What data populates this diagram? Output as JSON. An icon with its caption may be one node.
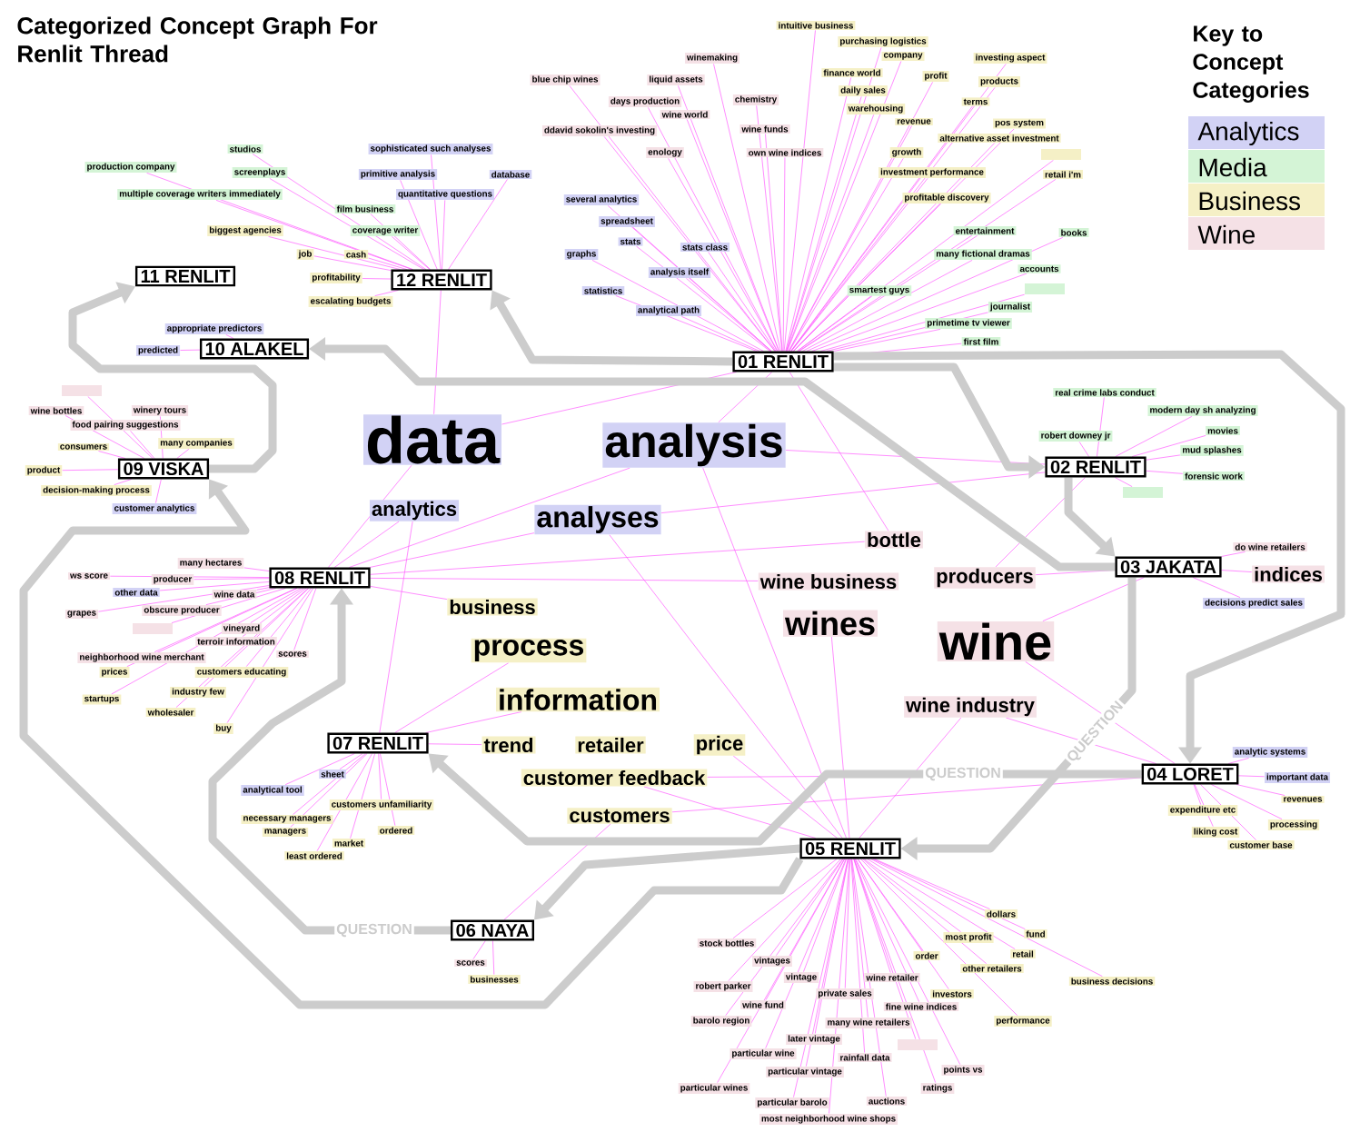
{
  "diagram": {
    "title": "Categorized Concept Graph For Renlit Thread",
    "nodes": [
      {
        "text": [
          "01 RENLIT"
        ]
      },
      {
        "text": [
          "02 RENLIT"
        ]
      },
      {
        "text": [
          "03 JAKATA"
        ]
      },
      {
        "text": [
          "04 LORET"
        ]
      },
      {
        "text": [
          "05 RENLIT"
        ]
      },
      {
        "text": [
          "06 NAYA"
        ]
      },
      {
        "text": [
          "07 RENLIT"
        ]
      },
      {
        "text": [
          "08 RENLIT"
        ]
      },
      {
        "text": [
          "09 VISKA"
        ]
      },
      {
        "text": [
          "10 ALAKEL"
        ]
      },
      {
        "text": [
          "11 RENLIT"
        ]
      },
      {
        "text": [
          "12 RENLIT"
        ]
      },
      {
        "text": [
          "studios"
        ]
      },
      {
        "text": [
          "production company"
        ]
      },
      {
        "text": [
          "screenplays"
        ]
      },
      {
        "text": [
          "multiple coverage writers immediately"
        ]
      },
      {
        "text": [
          "film business"
        ]
      },
      {
        "text": [
          "biggest agencies"
        ]
      },
      {
        "text": [
          "coverage writer"
        ]
      },
      {
        "text": [
          "job"
        ]
      },
      {
        "text": [
          "cash"
        ]
      },
      {
        "text": [
          "profitability"
        ]
      },
      {
        "text": [
          "escalating budgets"
        ]
      },
      {
        "text": [
          "sophisticated such analyses"
        ]
      },
      {
        "text": [
          "primitive analysis"
        ]
      },
      {
        "text": [
          "database"
        ]
      },
      {
        "text": [
          "quantitative questions"
        ]
      },
      {
        "text": [
          "appropriate predictors"
        ]
      },
      {
        "text": [
          "predicted"
        ]
      },
      {
        "text": [
          "winemaking"
        ]
      },
      {
        "text": [
          "blue chip wines"
        ]
      },
      {
        "text": [
          "liquid assets"
        ]
      },
      {
        "text": [
          "days production"
        ]
      },
      {
        "text": [
          "wine world"
        ]
      },
      {
        "text": [
          "ddavid sokolin's investing"
        ]
      },
      {
        "text": [
          "enology"
        ]
      },
      {
        "text": [
          "chemistry"
        ]
      },
      {
        "text": [
          "wine funds"
        ]
      },
      {
        "text": [
          "own wine indices"
        ]
      },
      {
        "text": [
          "several analytics"
        ]
      },
      {
        "text": [
          "spreadsheet"
        ]
      },
      {
        "text": [
          "stats"
        ]
      },
      {
        "text": [
          "stats class"
        ]
      },
      {
        "text": [
          "graphs"
        ]
      },
      {
        "text": [
          "analysis itself"
        ]
      },
      {
        "text": [
          "statistics"
        ]
      },
      {
        "text": [
          "analytical path"
        ]
      },
      {
        "text": [
          "intuitive business"
        ]
      },
      {
        "text": [
          "purchasing logistics"
        ]
      },
      {
        "text": [
          "company"
        ]
      },
      {
        "text": [
          "investing aspect"
        ]
      },
      {
        "text": [
          "finance world"
        ]
      },
      {
        "text": [
          "profit"
        ]
      },
      {
        "text": [
          "products"
        ]
      },
      {
        "text": [
          "daily sales"
        ]
      },
      {
        "text": [
          "terms"
        ]
      },
      {
        "text": [
          "warehousing"
        ]
      },
      {
        "text": [
          "revenue"
        ]
      },
      {
        "text": [
          "pos system"
        ]
      },
      {
        "text": [
          "alternative asset investment"
        ]
      },
      {
        "text": [
          "growth"
        ]
      },
      {
        "text": [],
        "shape": "box"
      },
      {
        "text": [
          "investment performance"
        ]
      },
      {
        "text": [
          "retail i'm"
        ]
      },
      {
        "text": [
          "profitable discovery"
        ]
      },
      {
        "text": [
          "entertainment"
        ]
      },
      {
        "text": [
          "books"
        ]
      },
      {
        "text": [
          "many fictional dramas"
        ]
      },
      {
        "text": [
          "accounts"
        ]
      },
      {
        "text": [
          "smartest guys"
        ]
      },
      {
        "text": [],
        "shape": "box"
      },
      {
        "text": [
          "journalist"
        ]
      },
      {
        "text": [
          "primetime tv viewer"
        ]
      },
      {
        "text": [
          "first film"
        ]
      },
      {
        "text": [
          "real crime labs conduct"
        ]
      },
      {
        "text": [
          "modern day sh analyzing"
        ]
      },
      {
        "text": [
          "robert downey jr"
        ]
      },
      {
        "text": [
          "movies"
        ]
      },
      {
        "text": [
          "mud splashes"
        ]
      },
      {
        "text": [
          "forensic work"
        ]
      },
      {
        "text": [],
        "shape": "box"
      },
      {
        "text": [
          "do wine retailers"
        ]
      },
      {
        "text": [
          "indices"
        ]
      },
      {
        "text": [
          "decisions predict sales"
        ]
      },
      {
        "text": [
          "analytic systems"
        ]
      },
      {
        "text": [
          "important data"
        ]
      },
      {
        "text": [
          "revenues"
        ]
      },
      {
        "text": [
          "expenditure etc"
        ]
      },
      {
        "text": [
          "processing"
        ]
      },
      {
        "text": [
          "liking cost"
        ]
      },
      {
        "text": [
          "customer base"
        ]
      },
      {
        "text": [
          "dollars"
        ]
      },
      {
        "text": [
          "fund"
        ]
      },
      {
        "text": [
          "most profit"
        ]
      },
      {
        "text": [
          "retail"
        ]
      },
      {
        "text": [
          "order"
        ]
      },
      {
        "text": [
          "other retailers"
        ]
      },
      {
        "text": [
          "business decisions"
        ]
      },
      {
        "text": [
          "stock bottles"
        ]
      },
      {
        "text": [
          "vintages"
        ]
      },
      {
        "text": [
          "vintage"
        ]
      },
      {
        "text": [
          "wine retailer"
        ]
      },
      {
        "text": [
          "robert parker"
        ]
      },
      {
        "text": [
          "private sales"
        ]
      },
      {
        "text": [
          "investors"
        ]
      },
      {
        "text": [
          "wine fund"
        ]
      },
      {
        "text": [
          "fine wine indices"
        ]
      },
      {
        "text": [
          "barolo region"
        ]
      },
      {
        "text": [
          "many wine retailers"
        ]
      },
      {
        "text": [
          "performance"
        ]
      },
      {
        "text": [
          "later vintage"
        ]
      },
      {
        "text": [],
        "shape": "box"
      },
      {
        "text": [
          "particular wine"
        ]
      },
      {
        "text": [
          "rainfall data"
        ]
      },
      {
        "text": [
          "points vs"
        ]
      },
      {
        "text": [
          "particular vintage"
        ]
      },
      {
        "text": [
          "particular wines"
        ]
      },
      {
        "text": [
          "ratings"
        ]
      },
      {
        "text": [
          "particular barolo"
        ]
      },
      {
        "text": [
          "auctions"
        ]
      },
      {
        "text": [
          "most neighborhood wine shops"
        ]
      },
      {
        "text": [
          "scores"
        ]
      },
      {
        "text": [
          "businesses"
        ]
      },
      {
        "text": [
          "sheet"
        ]
      },
      {
        "text": [
          "analytical tool"
        ]
      },
      {
        "text": [
          "customers unfamiliarity"
        ]
      },
      {
        "text": [
          "necessary managers"
        ]
      },
      {
        "text": [
          "managers"
        ]
      },
      {
        "text": [
          "ordered"
        ]
      },
      {
        "text": [
          "market"
        ]
      },
      {
        "text": [
          "least ordered"
        ]
      },
      {
        "text": [
          "many hectares"
        ]
      },
      {
        "text": [
          "ws score"
        ]
      },
      {
        "text": [
          "producer"
        ]
      },
      {
        "text": [
          "other data"
        ]
      },
      {
        "text": [
          "wine data"
        ]
      },
      {
        "text": [
          "grapes"
        ]
      },
      {
        "text": [
          "obscure producer"
        ]
      },
      {
        "text": [],
        "shape": "box"
      },
      {
        "text": [
          "vineyard"
        ]
      },
      {
        "text": [
          "terroir information"
        ]
      },
      {
        "text": [
          "scores"
        ]
      },
      {
        "text": [
          "neighborhood wine merchant"
        ]
      },
      {
        "text": [
          "prices"
        ]
      },
      {
        "text": [
          "customers educating"
        ]
      },
      {
        "text": [
          "startups"
        ]
      },
      {
        "text": [
          "industry few"
        ]
      },
      {
        "text": [
          "wholesaler"
        ]
      },
      {
        "text": [
          "buy"
        ]
      },
      {
        "text": [],
        "shape": "box"
      },
      {
        "text": [
          "wine bottles"
        ]
      },
      {
        "text": [
          "winery tours"
        ]
      },
      {
        "text": [
          "food pairing suggestions"
        ]
      },
      {
        "text": [
          "consumers"
        ]
      },
      {
        "text": [
          "many companies"
        ]
      },
      {
        "text": [
          "product"
        ]
      },
      {
        "text": [
          "decision-making process"
        ]
      },
      {
        "text": [
          "customer analytics"
        ]
      },
      {
        "text": [
          "data"
        ]
      },
      {
        "text": [
          "analysis"
        ]
      },
      {
        "text": [
          "analytics"
        ]
      },
      {
        "text": [
          "analyses"
        ]
      },
      {
        "text": [
          "business"
        ]
      },
      {
        "text": [
          "process"
        ]
      },
      {
        "text": [
          "information"
        ]
      },
      {
        "text": [
          "trend"
        ]
      },
      {
        "text": [
          "retailer"
        ]
      },
      {
        "text": [
          "price"
        ]
      },
      {
        "text": [
          "customer feedback"
        ]
      },
      {
        "text": [
          "customers"
        ]
      },
      {
        "text": [
          "bottle"
        ]
      },
      {
        "text": [
          "wine business"
        ]
      },
      {
        "text": [
          "producers"
        ]
      },
      {
        "text": [
          "wines"
        ]
      },
      {
        "text": [
          "wine"
        ]
      },
      {
        "text": [
          "wine industry"
        ]
      }
    ],
    "edges": [
      {
        "from": 0,
        "to": 1,
        "arrow": "to",
        "style": "thick",
        "color": "#cccccc"
      },
      {
        "from": 1,
        "to": 2,
        "arrow": "to",
        "style": "thick",
        "color": "#cccccc"
      },
      {
        "from": 0,
        "to": 3,
        "arrow": "to",
        "style": "thick",
        "color": "#cccccc"
      },
      {
        "from": 0,
        "to": 11,
        "arrow": "to",
        "style": "thick",
        "color": "#cccccc"
      },
      {
        "from": 2,
        "to": 4,
        "arrow": "to",
        "style": "thick",
        "color": "#cccccc",
        "label": "QUESTION"
      },
      {
        "from": 3,
        "to": 6,
        "arrow": "to",
        "style": "thick",
        "color": "#cccccc",
        "label": "QUESTION"
      },
      {
        "from": 4,
        "to": 5,
        "arrow": "to",
        "style": "thick",
        "color": "#cccccc"
      },
      {
        "from": 5,
        "to": 7,
        "arrow": "to",
        "style": "thick",
        "color": "#cccccc",
        "label": "QUESTION"
      },
      {
        "from": 4,
        "to": 8,
        "arrow": "to",
        "style": "thick",
        "color": "#cccccc"
      },
      {
        "from": 8,
        "to": 10,
        "arrow": "to",
        "style": "thick",
        "color": "#cccccc"
      },
      {
        "from": 2,
        "to": 9,
        "arrow": "to",
        "style": "thick",
        "color": "#cccccc"
      },
      {
        "from": 11,
        "to": 12,
        "arrow": "none"
      },
      {
        "from": 11,
        "to": 13,
        "arrow": "none"
      },
      {
        "from": 11,
        "to": 14,
        "arrow": "none"
      },
      {
        "from": 11,
        "to": 15,
        "arrow": "none"
      },
      {
        "from": 11,
        "to": 16,
        "arrow": "none"
      },
      {
        "from": 11,
        "to": 17,
        "arrow": "none"
      },
      {
        "from": 11,
        "to": 18,
        "arrow": "none"
      },
      {
        "from": 11,
        "to": 19,
        "arrow": "none"
      },
      {
        "from": 11,
        "to": 20,
        "arrow": "none"
      },
      {
        "from": 11,
        "to": 21,
        "arrow": "none"
      },
      {
        "from": 11,
        "to": 22,
        "arrow": "none"
      },
      {
        "from": 11,
        "to": 23,
        "arrow": "none"
      },
      {
        "from": 11,
        "to": 24,
        "arrow": "none"
      },
      {
        "from": 11,
        "to": 25,
        "arrow": "none"
      },
      {
        "from": 11,
        "to": 26,
        "arrow": "none"
      },
      {
        "from": 9,
        "to": 27,
        "arrow": "none"
      },
      {
        "from": 9,
        "to": 28,
        "arrow": "none"
      },
      {
        "from": 0,
        "to": 29,
        "arrow": "none"
      },
      {
        "from": 0,
        "to": 30,
        "arrow": "none"
      },
      {
        "from": 0,
        "to": 31,
        "arrow": "none"
      },
      {
        "from": 0,
        "to": 32,
        "arrow": "none"
      },
      {
        "from": 0,
        "to": 33,
        "arrow": "none"
      },
      {
        "from": 0,
        "to": 34,
        "arrow": "none"
      },
      {
        "from": 0,
        "to": 35,
        "arrow": "none"
      },
      {
        "from": 0,
        "to": 36,
        "arrow": "none"
      },
      {
        "from": 0,
        "to": 37,
        "arrow": "none"
      },
      {
        "from": 0,
        "to": 38,
        "arrow": "none"
      },
      {
        "from": 0,
        "to": 39,
        "arrow": "none"
      },
      {
        "from": 0,
        "to": 40,
        "arrow": "none"
      },
      {
        "from": 0,
        "to": 41,
        "arrow": "none"
      },
      {
        "from": 0,
        "to": 42,
        "arrow": "none"
      },
      {
        "from": 0,
        "to": 43,
        "arrow": "none"
      },
      {
        "from": 0,
        "to": 44,
        "arrow": "none"
      },
      {
        "from": 0,
        "to": 45,
        "arrow": "none"
      },
      {
        "from": 0,
        "to": 46,
        "arrow": "none"
      },
      {
        "from": 0,
        "to": 47,
        "arrow": "none"
      },
      {
        "from": 0,
        "to": 48,
        "arrow": "none"
      },
      {
        "from": 0,
        "to": 49,
        "arrow": "none"
      },
      {
        "from": 0,
        "to": 50,
        "arrow": "none"
      },
      {
        "from": 0,
        "to": 51,
        "arrow": "none"
      },
      {
        "from": 0,
        "to": 52,
        "arrow": "none"
      },
      {
        "from": 0,
        "to": 53,
        "arrow": "none"
      },
      {
        "from": 0,
        "to": 54,
        "arrow": "none"
      },
      {
        "from": 0,
        "to": 55,
        "arrow": "none"
      },
      {
        "from": 0,
        "to": 56,
        "arrow": "none"
      },
      {
        "from": 0,
        "to": 57,
        "arrow": "none"
      },
      {
        "from": 0,
        "to": 58,
        "arrow": "none"
      },
      {
        "from": 0,
        "to": 59,
        "arrow": "none"
      },
      {
        "from": 0,
        "to": 60,
        "arrow": "none"
      },
      {
        "from": 0,
        "to": 61,
        "arrow": "none"
      },
      {
        "from": 0,
        "to": 62,
        "arrow": "none"
      },
      {
        "from": 0,
        "to": 63,
        "arrow": "none"
      },
      {
        "from": 0,
        "to": 64,
        "arrow": "none"
      },
      {
        "from": 0,
        "to": 65,
        "arrow": "none"
      },
      {
        "from": 0,
        "to": 66,
        "arrow": "none"
      },
      {
        "from": 0,
        "to": 67,
        "arrow": "none"
      },
      {
        "from": 0,
        "to": 68,
        "arrow": "none"
      },
      {
        "from": 0,
        "to": 69,
        "arrow": "none"
      },
      {
        "from": 0,
        "to": 70,
        "arrow": "none"
      },
      {
        "from": 0,
        "to": 71,
        "arrow": "none"
      },
      {
        "from": 0,
        "to": 72,
        "arrow": "none"
      },
      {
        "from": 0,
        "to": 73,
        "arrow": "none"
      },
      {
        "from": 1,
        "to": 74,
        "arrow": "none"
      },
      {
        "from": 1,
        "to": 75,
        "arrow": "none"
      },
      {
        "from": 1,
        "to": 76,
        "arrow": "none"
      },
      {
        "from": 1,
        "to": 77,
        "arrow": "none"
      },
      {
        "from": 1,
        "to": 78,
        "arrow": "none"
      },
      {
        "from": 1,
        "to": 79,
        "arrow": "none"
      },
      {
        "from": 1,
        "to": 80,
        "arrow": "none"
      },
      {
        "from": 2,
        "to": 81,
        "arrow": "none"
      },
      {
        "from": 2,
        "to": 82,
        "arrow": "none"
      },
      {
        "from": 2,
        "to": 83,
        "arrow": "none"
      },
      {
        "from": 3,
        "to": 84,
        "arrow": "none"
      },
      {
        "from": 3,
        "to": 85,
        "arrow": "none"
      },
      {
        "from": 3,
        "to": 86,
        "arrow": "none"
      },
      {
        "from": 3,
        "to": 87,
        "arrow": "none"
      },
      {
        "from": 3,
        "to": 88,
        "arrow": "none"
      },
      {
        "from": 3,
        "to": 89,
        "arrow": "none"
      },
      {
        "from": 3,
        "to": 90,
        "arrow": "none"
      },
      {
        "from": 4,
        "to": 91,
        "arrow": "none"
      },
      {
        "from": 4,
        "to": 92,
        "arrow": "none"
      },
      {
        "from": 4,
        "to": 93,
        "arrow": "none"
      },
      {
        "from": 4,
        "to": 94,
        "arrow": "none"
      },
      {
        "from": 4,
        "to": 95,
        "arrow": "none"
      },
      {
        "from": 4,
        "to": 96,
        "arrow": "none"
      },
      {
        "from": 4,
        "to": 97,
        "arrow": "none"
      },
      {
        "from": 4,
        "to": 98,
        "arrow": "none"
      },
      {
        "from": 4,
        "to": 99,
        "arrow": "none"
      },
      {
        "from": 4,
        "to": 100,
        "arrow": "none"
      },
      {
        "from": 4,
        "to": 101,
        "arrow": "none"
      },
      {
        "from": 4,
        "to": 102,
        "arrow": "none"
      },
      {
        "from": 4,
        "to": 103,
        "arrow": "none"
      },
      {
        "from": 4,
        "to": 104,
        "arrow": "none"
      },
      {
        "from": 4,
        "to": 105,
        "arrow": "none"
      },
      {
        "from": 4,
        "to": 106,
        "arrow": "none"
      },
      {
        "from": 4,
        "to": 107,
        "arrow": "none"
      },
      {
        "from": 4,
        "to": 108,
        "arrow": "none"
      },
      {
        "from": 4,
        "to": 109,
        "arrow": "none"
      },
      {
        "from": 4,
        "to": 110,
        "arrow": "none"
      },
      {
        "from": 4,
        "to": 111,
        "arrow": "none"
      },
      {
        "from": 4,
        "to": 112,
        "arrow": "none"
      },
      {
        "from": 4,
        "to": 113,
        "arrow": "none"
      },
      {
        "from": 4,
        "to": 114,
        "arrow": "none"
      },
      {
        "from": 4,
        "to": 115,
        "arrow": "none"
      },
      {
        "from": 4,
        "to": 116,
        "arrow": "none"
      },
      {
        "from": 4,
        "to": 117,
        "arrow": "none"
      },
      {
        "from": 4,
        "to": 118,
        "arrow": "none"
      },
      {
        "from": 4,
        "to": 119,
        "arrow": "none"
      },
      {
        "from": 4,
        "to": 120,
        "arrow": "none"
      },
      {
        "from": 5,
        "to": 121,
        "arrow": "none"
      },
      {
        "from": 5,
        "to": 122,
        "arrow": "none"
      },
      {
        "from": 6,
        "to": 123,
        "arrow": "none"
      },
      {
        "from": 6,
        "to": 124,
        "arrow": "none"
      },
      {
        "from": 6,
        "to": 125,
        "arrow": "none"
      },
      {
        "from": 6,
        "to": 126,
        "arrow": "none"
      },
      {
        "from": 6,
        "to": 127,
        "arrow": "none"
      },
      {
        "from": 6,
        "to": 128,
        "arrow": "none"
      },
      {
        "from": 6,
        "to": 129,
        "arrow": "none"
      },
      {
        "from": 6,
        "to": 130,
        "arrow": "none"
      },
      {
        "from": 7,
        "to": 131,
        "arrow": "none"
      },
      {
        "from": 7,
        "to": 132,
        "arrow": "none"
      },
      {
        "from": 7,
        "to": 133,
        "arrow": "none"
      },
      {
        "from": 7,
        "to": 134,
        "arrow": "none"
      },
      {
        "from": 7,
        "to": 135,
        "arrow": "none"
      },
      {
        "from": 7,
        "to": 136,
        "arrow": "none"
      },
      {
        "from": 7,
        "to": 137,
        "arrow": "none"
      },
      {
        "from": 7,
        "to": 138,
        "arrow": "none"
      },
      {
        "from": 7,
        "to": 139,
        "arrow": "none"
      },
      {
        "from": 7,
        "to": 140,
        "arrow": "none"
      },
      {
        "from": 7,
        "to": 141,
        "arrow": "none"
      },
      {
        "from": 7,
        "to": 142,
        "arrow": "none"
      },
      {
        "from": 7,
        "to": 143,
        "arrow": "none"
      },
      {
        "from": 7,
        "to": 144,
        "arrow": "none"
      },
      {
        "from": 7,
        "to": 145,
        "arrow": "none"
      },
      {
        "from": 7,
        "to": 146,
        "arrow": "none"
      },
      {
        "from": 7,
        "to": 147,
        "arrow": "none"
      },
      {
        "from": 7,
        "to": 148,
        "arrow": "none"
      },
      {
        "from": 8,
        "to": 149,
        "arrow": "none"
      },
      {
        "from": 8,
        "to": 150,
        "arrow": "none"
      },
      {
        "from": 8,
        "to": 151,
        "arrow": "none"
      },
      {
        "from": 8,
        "to": 152,
        "arrow": "none"
      },
      {
        "from": 8,
        "to": 153,
        "arrow": "none"
      },
      {
        "from": 8,
        "to": 154,
        "arrow": "none"
      },
      {
        "from": 8,
        "to": 155,
        "arrow": "none"
      },
      {
        "from": 8,
        "to": 156,
        "arrow": "none"
      },
      {
        "from": 8,
        "to": 157,
        "arrow": "none"
      },
      {
        "from": 0,
        "to": 158,
        "arrow": "none"
      },
      {
        "from": 7,
        "to": 158,
        "arrow": "none"
      },
      {
        "from": 11,
        "to": 158,
        "arrow": "none"
      },
      {
        "from": 0,
        "to": 159,
        "arrow": "none"
      },
      {
        "from": 7,
        "to": 159,
        "arrow": "none"
      },
      {
        "from": 4,
        "to": 159,
        "arrow": "none"
      },
      {
        "from": 1,
        "to": 159,
        "arrow": "none"
      },
      {
        "from": 6,
        "to": 160,
        "arrow": "none"
      },
      {
        "from": 7,
        "to": 160,
        "arrow": "none"
      },
      {
        "from": 1,
        "to": 161,
        "arrow": "none"
      },
      {
        "from": 7,
        "to": 161,
        "arrow": "none"
      },
      {
        "from": 4,
        "to": 161,
        "arrow": "none"
      },
      {
        "from": 7,
        "to": 162,
        "arrow": "none"
      },
      {
        "from": 6,
        "to": 163,
        "arrow": "none"
      },
      {
        "from": 6,
        "to": 164,
        "arrow": "none"
      },
      {
        "from": 6,
        "to": 165,
        "arrow": "none"
      },
      {
        "from": 4,
        "to": 167,
        "arrow": "none"
      },
      {
        "from": 4,
        "to": 168,
        "arrow": "none"
      },
      {
        "from": 3,
        "to": 168,
        "arrow": "none"
      },
      {
        "from": 3,
        "to": 169,
        "arrow": "none"
      },
      {
        "from": 5,
        "to": 169,
        "arrow": "none"
      },
      {
        "from": 0,
        "to": 170,
        "arrow": "none"
      },
      {
        "from": 7,
        "to": 170,
        "arrow": "none"
      },
      {
        "from": 7,
        "to": 171,
        "arrow": "none"
      },
      {
        "from": 1,
        "to": 172,
        "arrow": "none"
      },
      {
        "from": 2,
        "to": 172,
        "arrow": "none"
      },
      {
        "from": 4,
        "to": 173,
        "arrow": "none"
      },
      {
        "from": 2,
        "to": 174,
        "arrow": "none"
      },
      {
        "from": 3,
        "to": 174,
        "arrow": "none"
      },
      {
        "from": 4,
        "to": 175,
        "arrow": "none"
      },
      {
        "from": 3,
        "to": 175,
        "arrow": "none"
      }
    ],
    "labels": [
      "Key to Concept Categories"
    ],
    "legend": [
      {
        "text": "Analytics",
        "color": "#d2d2f5"
      },
      {
        "text": "Media",
        "color": "#d4f4d6"
      },
      {
        "text": "Business",
        "color": "#f5f0c6"
      },
      {
        "text": "Wine",
        "color": "#f5e1e6"
      }
    ]
  }
}
